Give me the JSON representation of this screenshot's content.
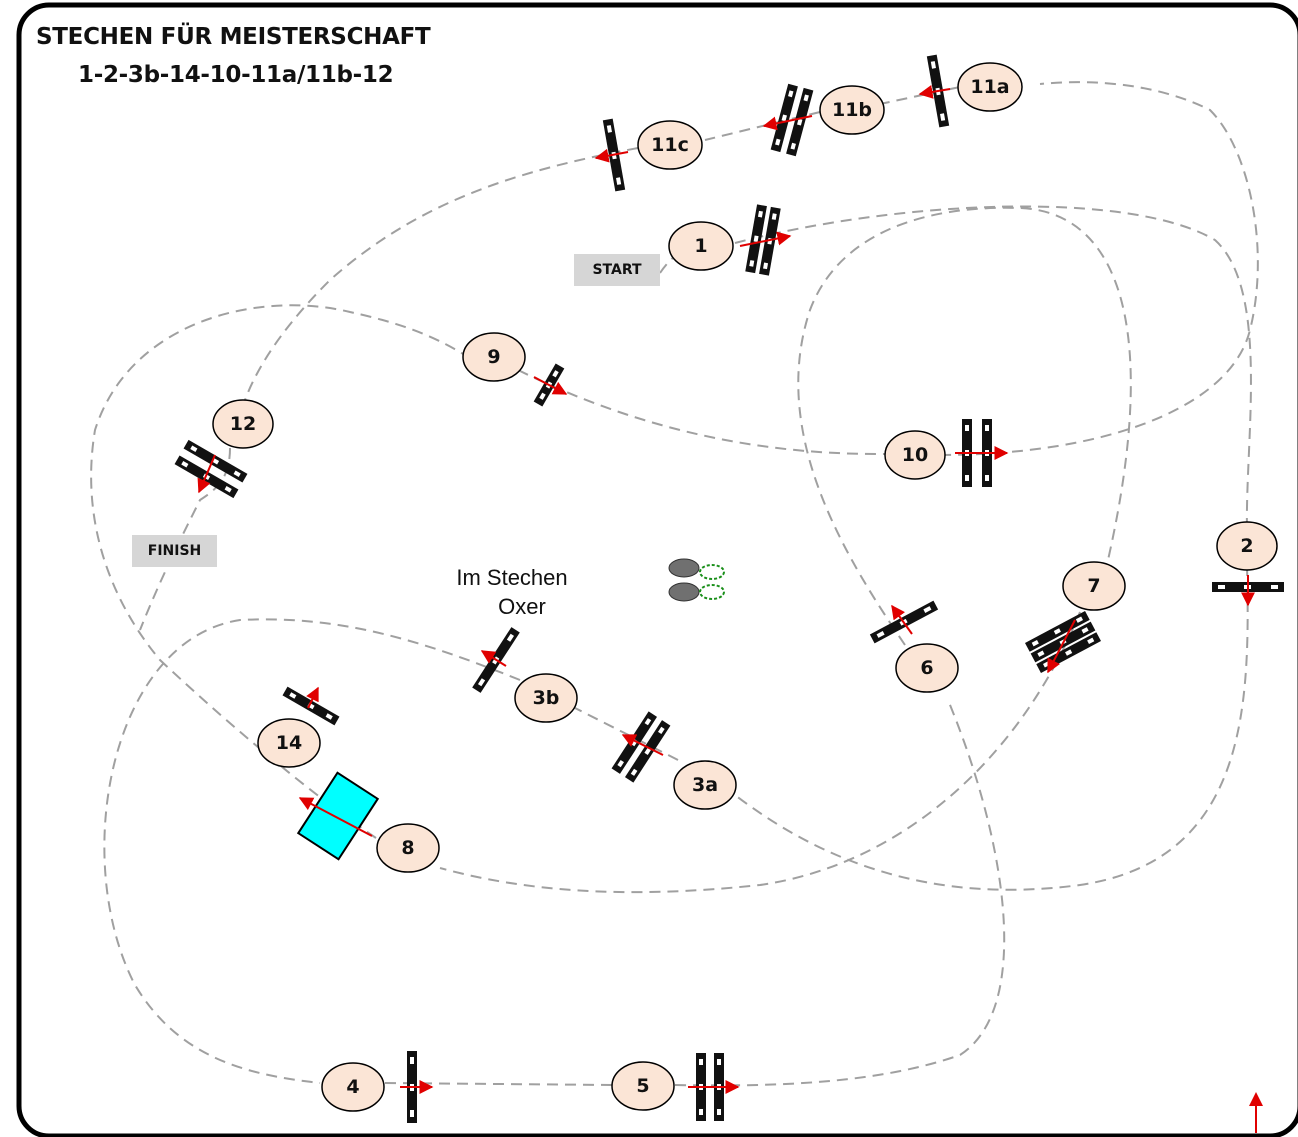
{
  "header": {
    "title": "STECHEN FÜR MEISTERSCHAFT",
    "sequence": "1-2-3b-14-10-11a/11b-12"
  },
  "labels": {
    "start": "START",
    "finish": "FINISH",
    "note_line1": "Im Stechen",
    "note_line2": "Oxer"
  },
  "obstacles": [
    {
      "id": "1",
      "label": "1",
      "type": "oxer"
    },
    {
      "id": "2",
      "label": "2",
      "type": "vertical"
    },
    {
      "id": "3a",
      "label": "3a",
      "type": "oxer"
    },
    {
      "id": "3b",
      "label": "3b",
      "type": "vertical"
    },
    {
      "id": "4",
      "label": "4",
      "type": "vertical"
    },
    {
      "id": "5",
      "label": "5",
      "type": "oxer"
    },
    {
      "id": "6",
      "label": "6",
      "type": "vertical"
    },
    {
      "id": "7",
      "label": "7",
      "type": "triple-bar"
    },
    {
      "id": "8",
      "label": "8",
      "type": "water"
    },
    {
      "id": "9",
      "label": "9",
      "type": "vertical"
    },
    {
      "id": "10",
      "label": "10",
      "type": "oxer"
    },
    {
      "id": "11a",
      "label": "11a",
      "type": "vertical"
    },
    {
      "id": "11b",
      "label": "11b",
      "type": "oxer"
    },
    {
      "id": "11c",
      "label": "11c",
      "type": "vertical"
    },
    {
      "id": "12",
      "label": "12",
      "type": "oxer"
    },
    {
      "id": "14",
      "label": "14",
      "type": "vertical"
    }
  ],
  "colors": {
    "marker_fill": "#fbe5d6",
    "direction_arrow": "#e00000",
    "water": "#00ffff",
    "route": "#a0a0a0",
    "label_box": "#d6d6d6"
  },
  "icons": [
    "shrubs-icon",
    "north-arrow-icon"
  ]
}
